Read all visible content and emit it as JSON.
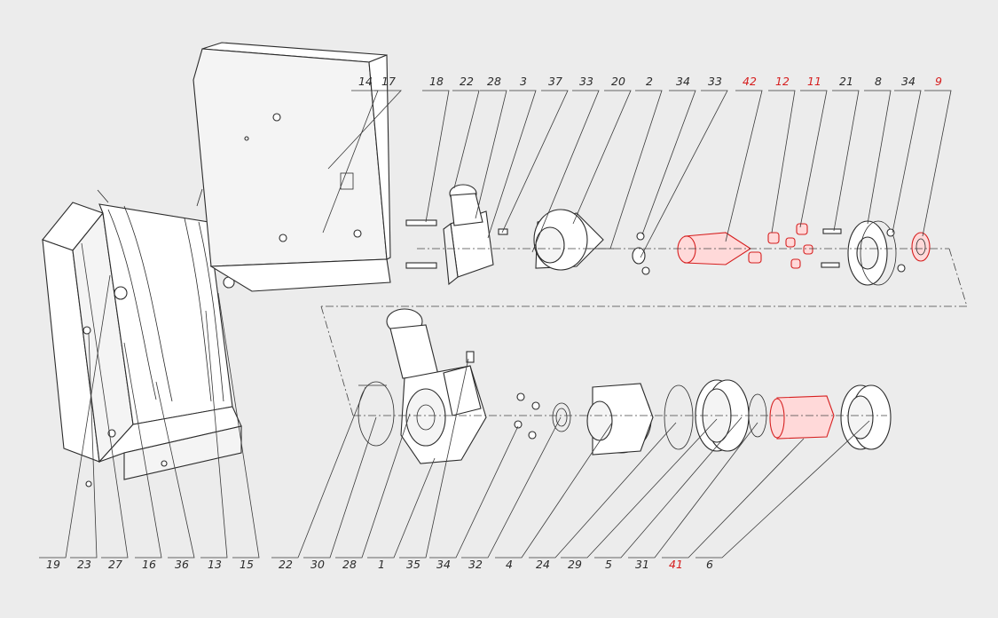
{
  "colors": {
    "background": "#ececec",
    "line": "#2b2b2b",
    "highlight": "#d62020"
  },
  "top_callouts": [
    {
      "label": "14",
      "highlight": false
    },
    {
      "label": "17",
      "highlight": false
    },
    {
      "label": "18",
      "highlight": false
    },
    {
      "label": "22",
      "highlight": false
    },
    {
      "label": "28",
      "highlight": false
    },
    {
      "label": "3",
      "highlight": false
    },
    {
      "label": "37",
      "highlight": false
    },
    {
      "label": "33",
      "highlight": false
    },
    {
      "label": "20",
      "highlight": false
    },
    {
      "label": "2",
      "highlight": false
    },
    {
      "label": "34",
      "highlight": false
    },
    {
      "label": "33",
      "highlight": false
    },
    {
      "label": "42",
      "highlight": true
    },
    {
      "label": "12",
      "highlight": true
    },
    {
      "label": "11",
      "highlight": true
    },
    {
      "label": "21",
      "highlight": false
    },
    {
      "label": "8",
      "highlight": false
    },
    {
      "label": "34",
      "highlight": false
    },
    {
      "label": "9",
      "highlight": true
    }
  ],
  "bottom_callouts": [
    {
      "label": "19",
      "highlight": false
    },
    {
      "label": "23",
      "highlight": false
    },
    {
      "label": "27",
      "highlight": false
    },
    {
      "label": "16",
      "highlight": false
    },
    {
      "label": "36",
      "highlight": false
    },
    {
      "label": "13",
      "highlight": false
    },
    {
      "label": "15",
      "highlight": false
    },
    {
      "label": "22",
      "highlight": false
    },
    {
      "label": "30",
      "highlight": false
    },
    {
      "label": "28",
      "highlight": false
    },
    {
      "label": "1",
      "highlight": false
    },
    {
      "label": "35",
      "highlight": false
    },
    {
      "label": "34",
      "highlight": false
    },
    {
      "label": "32",
      "highlight": false
    },
    {
      "label": "4",
      "highlight": false
    },
    {
      "label": "24",
      "highlight": false
    },
    {
      "label": "29",
      "highlight": false
    },
    {
      "label": "5",
      "highlight": false
    },
    {
      "label": "31",
      "highlight": false
    },
    {
      "label": "41",
      "highlight": true
    },
    {
      "label": "6",
      "highlight": false
    }
  ]
}
